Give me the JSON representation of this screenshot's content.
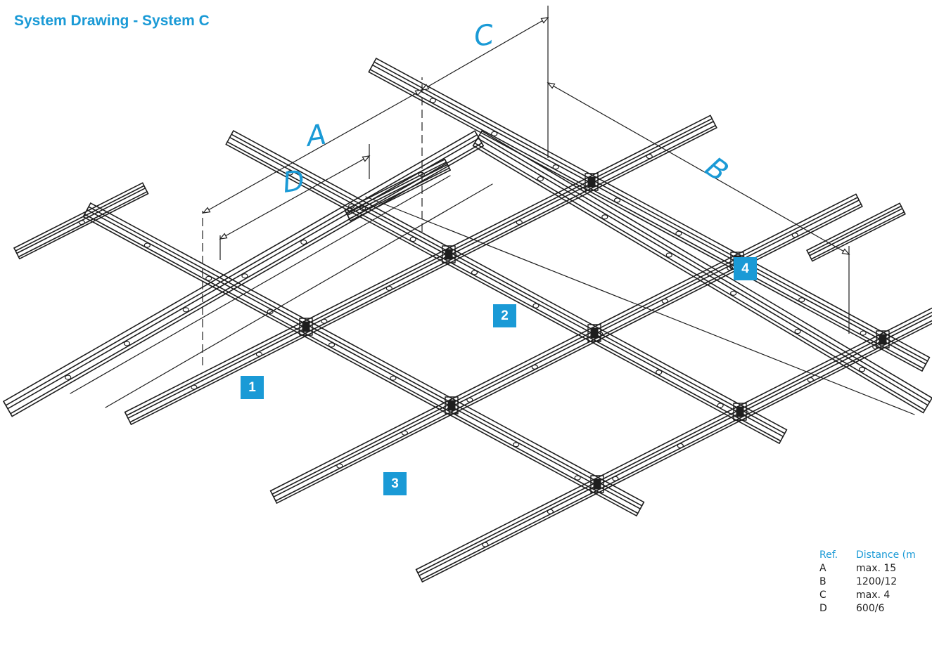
{
  "title": "System Drawing - System C",
  "dimension_labels": {
    "A": "A",
    "B": "B",
    "C": "C",
    "D": "D"
  },
  "badges": [
    "1",
    "2",
    "3",
    "4"
  ],
  "legend": {
    "header_ref": "Ref.",
    "header_distance": "Distance (m",
    "rows": [
      {
        "ref": "A",
        "distance": "max. 15"
      },
      {
        "ref": "B",
        "distance": "1200/12"
      },
      {
        "ref": "C",
        "distance": "max. 4"
      },
      {
        "ref": "D",
        "distance": "600/6"
      }
    ]
  },
  "colors": {
    "accent": "#1a9ad6",
    "line": "#1e1e1e"
  }
}
